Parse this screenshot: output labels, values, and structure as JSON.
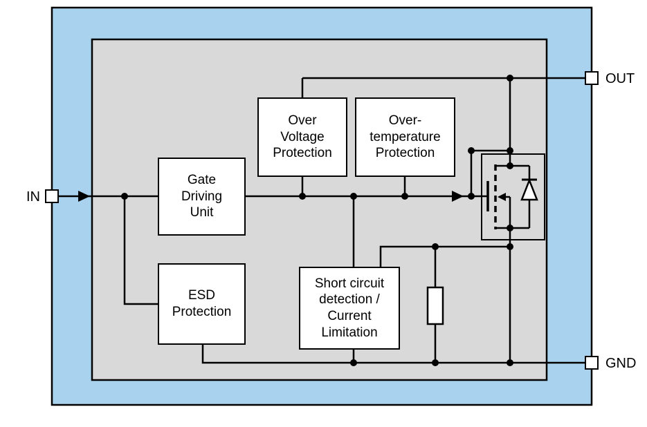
{
  "pins": {
    "in": "IN",
    "out": "OUT",
    "gnd": "GND"
  },
  "blocks": {
    "gate_driving_unit": "Gate\nDriving\nUnit",
    "over_voltage_protection": "Over\nVoltage\nProtection",
    "overtemperature_protection": "Over-\ntemperature\nProtection",
    "esd_protection": "ESD\nProtection",
    "short_circuit_detection": "Short circuit\ndetection /\nCurrent\nLimitation"
  },
  "components": {
    "mosfet": "power-mosfet-with-body-diode",
    "sense_resistor": "sense-resistor"
  },
  "colors": {
    "outer_fill": "#a9d2ee",
    "inner_fill": "#d9d9d9",
    "box_fill": "#ffffff",
    "line": "#000000"
  }
}
